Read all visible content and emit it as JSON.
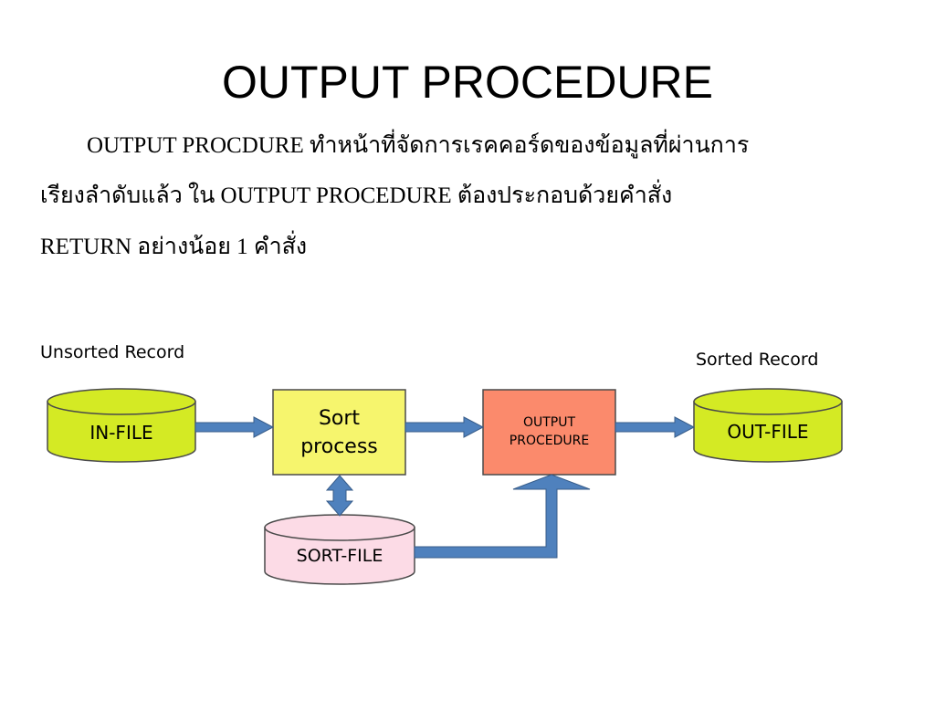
{
  "title": "OUTPUT PROCEDURE",
  "description": {
    "line1": "OUTPUT PROCDURE ทำหน้าที่จัดการเรคคอร์ดของข้อมูลที่ผ่านการ",
    "line2": "เรียงลำดับแล้ว  ใน OUTPUT PROCEDURE ต้องประกอบด้วยคำสั่ง",
    "line3": "RETURN อย่างน้อย 1 คำสั่ง"
  },
  "diagram": {
    "unsorted_label": "Unsorted Record",
    "sorted_label": "Sorted Record",
    "in_file": "IN-FILE",
    "sort_process_line1": "Sort",
    "sort_process_line2": "process",
    "output_procedure_line1": "OUTPUT",
    "output_procedure_line2": "PROCEDURE",
    "sort_file": "SORT-FILE",
    "out_file": "OUT-FILE"
  },
  "colors": {
    "file_green": "#d4ea24",
    "sort_yellow": "#f6f56d",
    "output_orange": "#fb8a6c",
    "sortfile_pink": "#fcdbe6",
    "arrow_blue": "#4f81bd"
  }
}
